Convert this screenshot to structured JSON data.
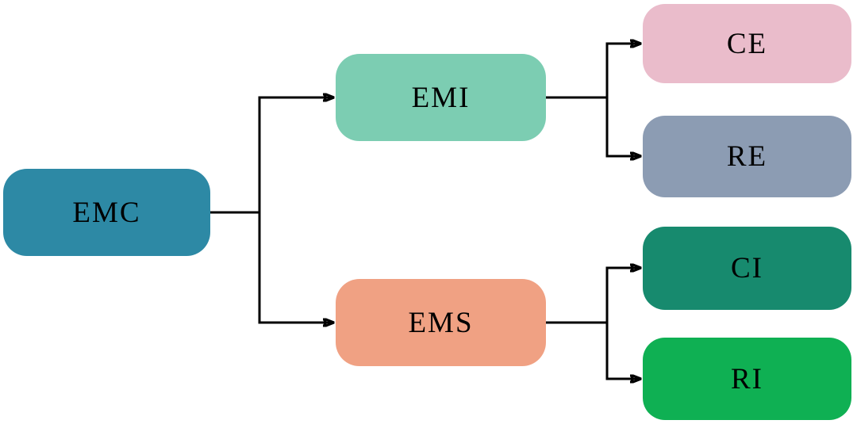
{
  "diagram": {
    "background_color": "#ffffff",
    "connector_color": "#000000",
    "label_color": "#000000",
    "nodes": {
      "emc": {
        "label": "EMC",
        "color": "#2d89a5"
      },
      "emi": {
        "label": "EMI",
        "color": "#7ccdb2"
      },
      "ems": {
        "label": "EMS",
        "color": "#f0a183"
      },
      "ce": {
        "label": "CE",
        "color": "#eabccb"
      },
      "re": {
        "label": "RE",
        "color": "#8c9cb3"
      },
      "ci": {
        "label": "CI",
        "color": "#178a6e"
      },
      "ri": {
        "label": "RI",
        "color": "#0fb053"
      }
    },
    "edges": [
      {
        "from": "EMC",
        "to": "EMI"
      },
      {
        "from": "EMC",
        "to": "EMS"
      },
      {
        "from": "EMI",
        "to": "CE"
      },
      {
        "from": "EMI",
        "to": "RE"
      },
      {
        "from": "EMS",
        "to": "CI"
      },
      {
        "from": "EMS",
        "to": "RI"
      }
    ]
  }
}
